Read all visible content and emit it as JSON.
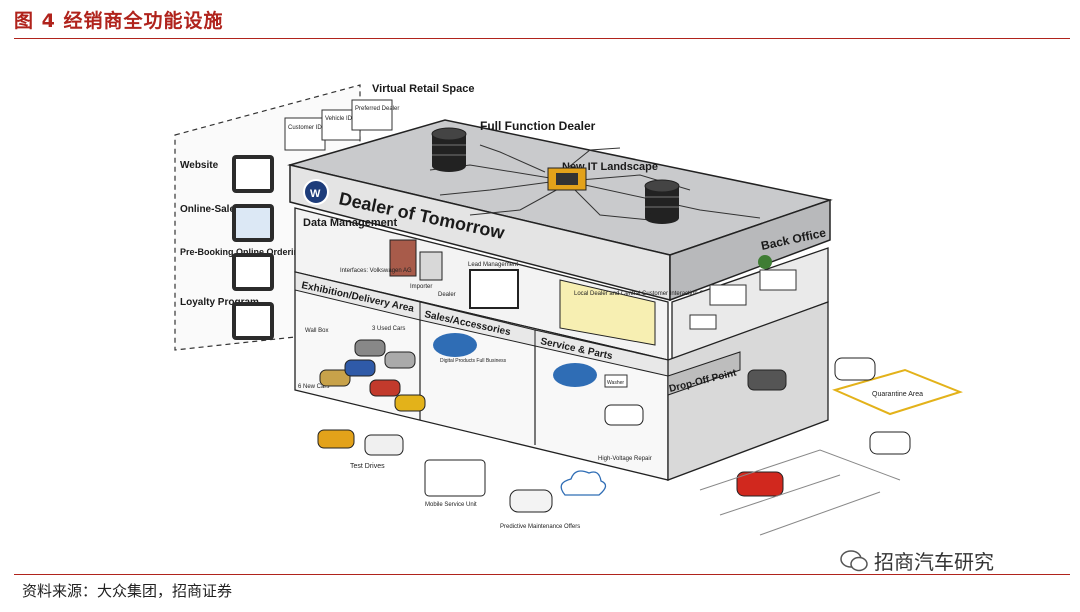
{
  "figure": {
    "title": "图 4 经销商全功能设施",
    "source": "资料来源：大众集团，招商证券",
    "watermark": "招商汽车研究"
  },
  "diagram": {
    "top_labels": {
      "virtual_retail_space": "Virtual Retail Space",
      "full_function_dealer": "Full Function Dealer",
      "new_it_landscape": "New IT Landscape"
    },
    "building": {
      "title": "Dealer of Tomorrow",
      "back_office": "Back Office",
      "data_management": "Data Management",
      "exhibition": "Exhibition/Delivery Area",
      "sales_accessories": "Sales/Accessories",
      "service_parts": "Service & Parts",
      "drop_off": "Drop-Off Point",
      "quarantine": "Quarantine Area",
      "local_dealer": "Local Dealer and Central Customer Interaction Center",
      "lead_management": "Lead Management",
      "importer": "Importer",
      "dealer": "Dealer",
      "volkswagen_ag": "Interfaces: Volkswagen AG"
    },
    "left_panel": {
      "website": "Website",
      "online_sales": "Online-Sales",
      "pre_booking": "Pre-Booking Online Ordering",
      "loyalty": "Loyalty Program",
      "customer_id": "Customer ID",
      "vehicle_id": "Vehicle ID",
      "preferred_dealer": "Preferred Dealer"
    },
    "ground_labels": {
      "new_cars": "6 New Cars",
      "used_cars": "3 Used Cars",
      "wall_box": "Wall Box",
      "test_drives": "Test Drives",
      "mobile_service": "Mobile Service Unit",
      "predictive_maintenance": "Predictive Maintenance Offers",
      "high_voltage": "High-Voltage Repair",
      "digital_products": "Digital Products Full Business",
      "washer": "Washer"
    }
  }
}
